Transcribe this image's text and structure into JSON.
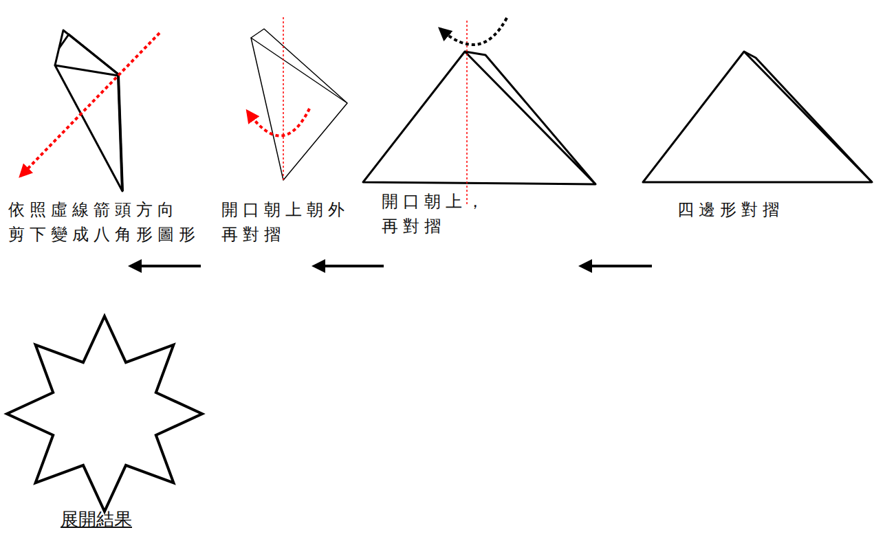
{
  "diagram": {
    "labels": [
      "依照虛線箭頭方向 剪下變成八角形圖形",
      "開口朝上朝外 再對摺",
      "開口朝上，再對摺",
      "四邊形對摺",
      "展開結果"
    ]
  }
}
